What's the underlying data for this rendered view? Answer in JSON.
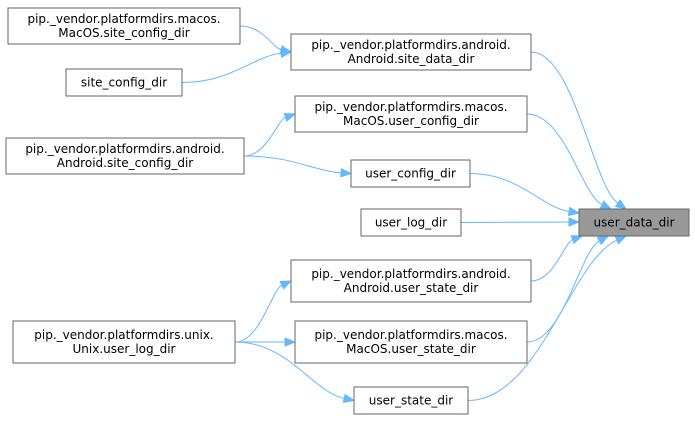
{
  "nodes": {
    "user_data_dir": {
      "lines": [
        "user_data_dir"
      ]
    },
    "android_site_data_dir": {
      "lines": [
        "pip._vendor.platformdirs.android.",
        "Android.site_data_dir"
      ]
    },
    "macos_site_config_dir": {
      "lines": [
        "pip._vendor.platformdirs.macos.",
        "MacOS.site_config_dir"
      ]
    },
    "site_config_dir": {
      "lines": [
        "site_config_dir"
      ]
    },
    "macos_user_config_dir": {
      "lines": [
        "pip._vendor.platformdirs.macos.",
        "MacOS.user_config_dir"
      ]
    },
    "android_site_config_dir": {
      "lines": [
        "pip._vendor.platformdirs.android.",
        "Android.site_config_dir"
      ]
    },
    "user_config_dir": {
      "lines": [
        "user_config_dir"
      ]
    },
    "user_log_dir": {
      "lines": [
        "user_log_dir"
      ]
    },
    "android_user_state_dir": {
      "lines": [
        "pip._vendor.platformdirs.android.",
        "Android.user_state_dir"
      ]
    },
    "unix_user_log_dir": {
      "lines": [
        "pip._vendor.platformdirs.unix.",
        "Unix.user_log_dir"
      ]
    },
    "macos_user_state_dir": {
      "lines": [
        "pip._vendor.platformdirs.macos.",
        "MacOS.user_state_dir"
      ]
    },
    "user_state_dir": {
      "lines": [
        "user_state_dir"
      ]
    }
  },
  "edges": [
    {
      "from": "android_site_data_dir",
      "to": "user_data_dir"
    },
    {
      "from": "macos_user_config_dir",
      "to": "user_data_dir"
    },
    {
      "from": "user_config_dir",
      "to": "user_data_dir"
    },
    {
      "from": "user_log_dir",
      "to": "user_data_dir"
    },
    {
      "from": "android_user_state_dir",
      "to": "user_data_dir"
    },
    {
      "from": "macos_user_state_dir",
      "to": "user_data_dir"
    },
    {
      "from": "user_state_dir",
      "to": "user_data_dir"
    },
    {
      "from": "macos_site_config_dir",
      "to": "android_site_data_dir"
    },
    {
      "from": "site_config_dir",
      "to": "android_site_data_dir"
    },
    {
      "from": "android_site_config_dir",
      "to": "macos_user_config_dir"
    },
    {
      "from": "android_site_config_dir",
      "to": "user_config_dir"
    },
    {
      "from": "unix_user_log_dir",
      "to": "android_user_state_dir"
    },
    {
      "from": "unix_user_log_dir",
      "to": "macos_user_state_dir"
    },
    {
      "from": "unix_user_log_dir",
      "to": "user_state_dir"
    }
  ],
  "colors": {
    "edge": "#63b8ff",
    "node_border": "#666666",
    "focus_fill": "#999999"
  }
}
